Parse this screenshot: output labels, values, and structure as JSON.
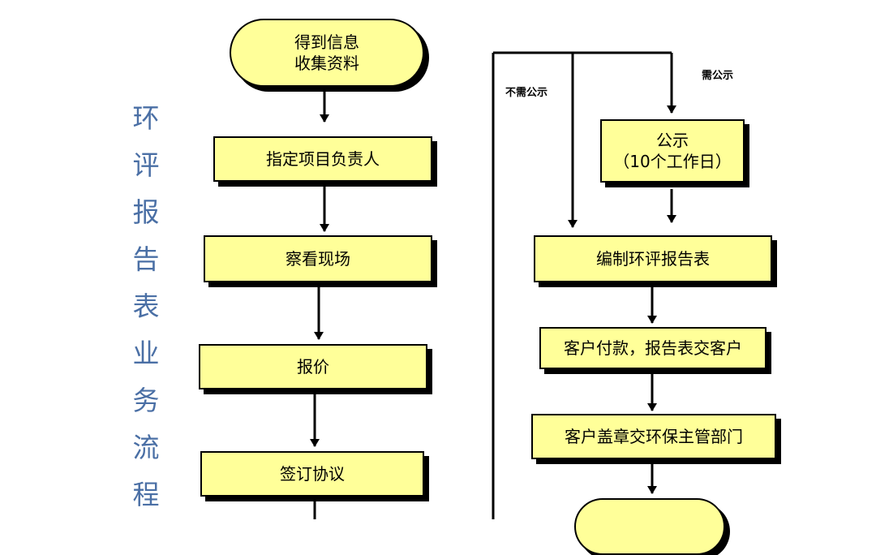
{
  "side_title": [
    "环",
    "评",
    "报",
    "告",
    "表",
    "业",
    "务",
    "流",
    "程"
  ],
  "start": {
    "line1": "得到信息",
    "line2": "收集资料"
  },
  "left_steps": [
    "指定项目负责人",
    "察看现场",
    "报价",
    "签订协议"
  ],
  "branch": {
    "no_publicity": "不需公示",
    "need_publicity": "需公示"
  },
  "publicity": {
    "line1": "公示",
    "line2": "（10个工作日）"
  },
  "right_steps": [
    "编制环评报告表",
    "客户付款，报告表交客户",
    "客户盖章交环保主管部门"
  ],
  "colors": {
    "box_fill": "#ffff99",
    "title": "#4a6fa5"
  }
}
